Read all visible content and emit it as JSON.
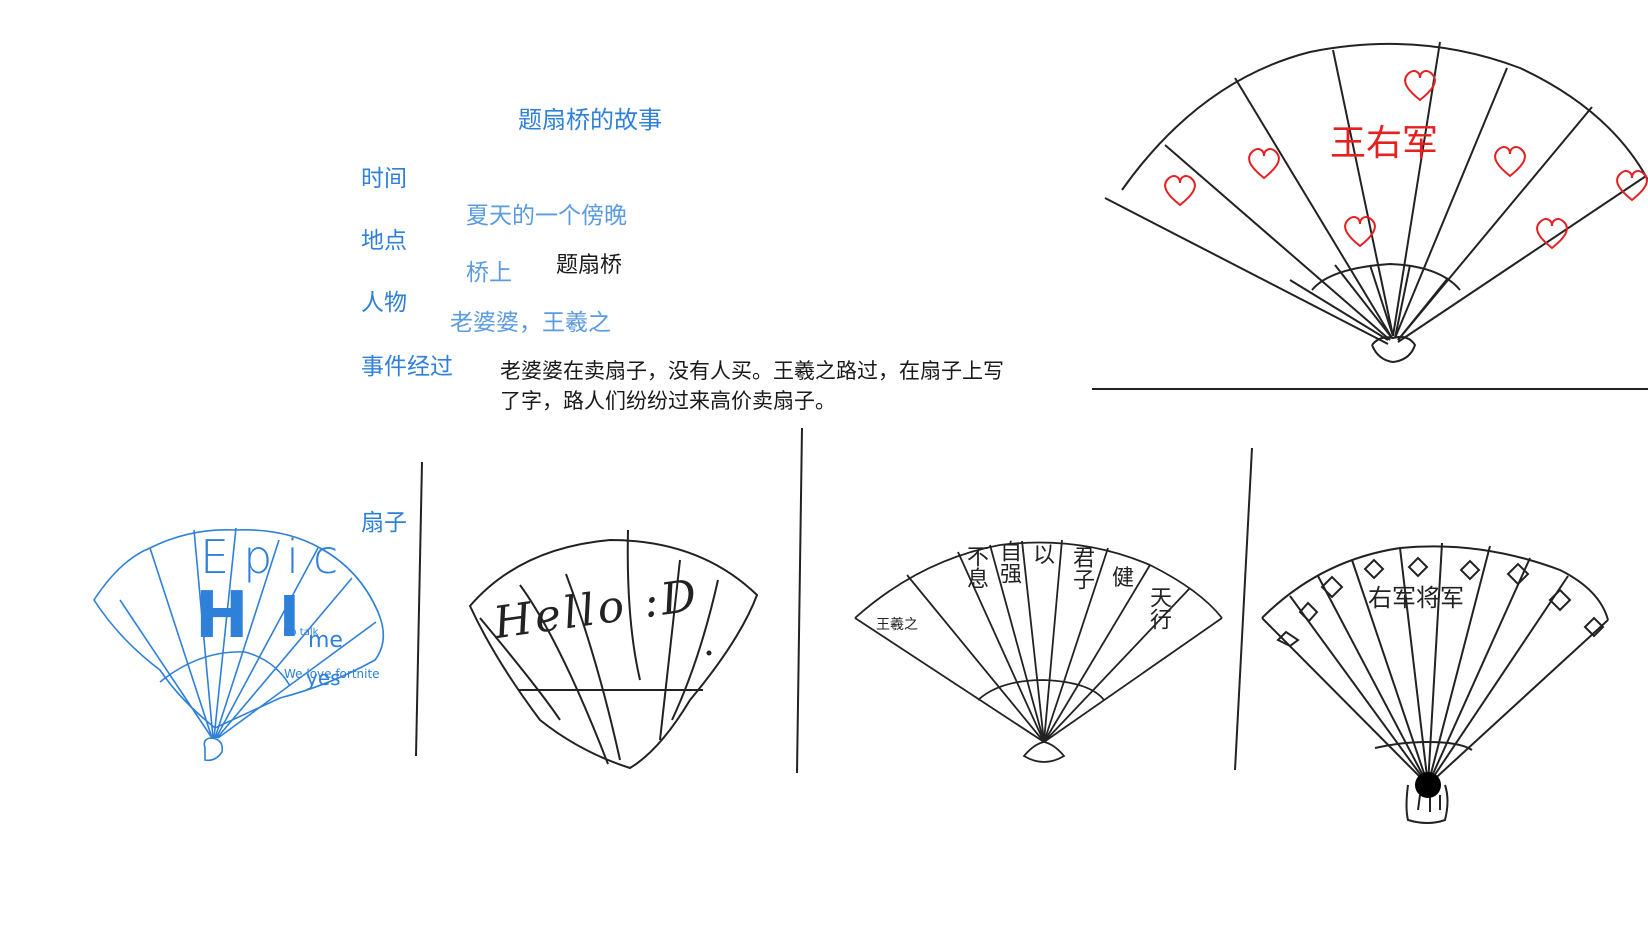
{
  "title": "题扇桥的故事",
  "labels": {
    "time": "时间",
    "place": "地点",
    "people": "人物",
    "events": "事件经过",
    "fan": "扇子"
  },
  "values": {
    "time": "夏天的一个傍晚",
    "place": "桥上",
    "bridge": "题扇桥",
    "people": "老婆婆，王羲之",
    "events": "老婆婆在卖扇子，没有人买。王羲之路过，在扇子上写了字，路人们纷纷过来高价卖扇子。"
  },
  "fans": {
    "top_right": {
      "text": "王右军",
      "color": "#e52020"
    },
    "blue": {
      "scribble1": "Epic",
      "scribble2": "H",
      "scribble3": "I",
      "scribble4": "me",
      "scribble5": "No talk",
      "scribble6": "We love fortnite",
      "scribble7": "yes",
      "color": "#2f80d8"
    },
    "hello": {
      "text": "Hello :D"
    },
    "motto": {
      "signature": "王羲之",
      "chars": [
        "不息",
        "自强",
        "以",
        "君子",
        "健",
        "天行"
      ]
    },
    "general": {
      "text": "右军将军"
    }
  }
}
